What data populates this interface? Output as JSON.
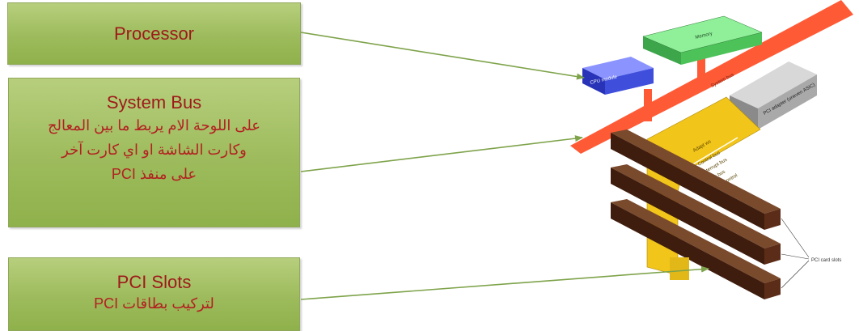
{
  "callouts": {
    "processor": {
      "title": "Processor"
    },
    "system_bus": {
      "title": "System Bus",
      "description_lines": [
        "على اللوحة الام يربط ما بين المعالج",
        "وكارت الشاشة او اي كارت آخر",
        "على منفذ PCI"
      ]
    },
    "pci_slots": {
      "title": "PCI Slots",
      "description": "لتركيب بطاقات PCI"
    }
  },
  "diagram_labels": {
    "cpu_module": "CPU module",
    "memory": "Memory",
    "system_bus": "System bus",
    "pci_adapter": "PCI adapter (uneven ASIC)",
    "pci_bus": "Adapt ws",
    "lane_1": "Control bus",
    "lane_2": "Interrupt bus",
    "lane_3": "Data bus",
    "lane_4": "Other control",
    "pci_card_slots": "PCI card slots"
  },
  "colors": {
    "callout_fill": "#9dbb5c",
    "callout_text": "#b32121",
    "arrow": "#7ea34a",
    "bus_red": "#ff5a36",
    "cpu_blue": "#3f4fdc",
    "memory_green": "#5fe06b",
    "pci_gray": "#bdbdbd",
    "ribbon_yellow": "#f2c51a",
    "slot_brown": "#4a2414"
  }
}
